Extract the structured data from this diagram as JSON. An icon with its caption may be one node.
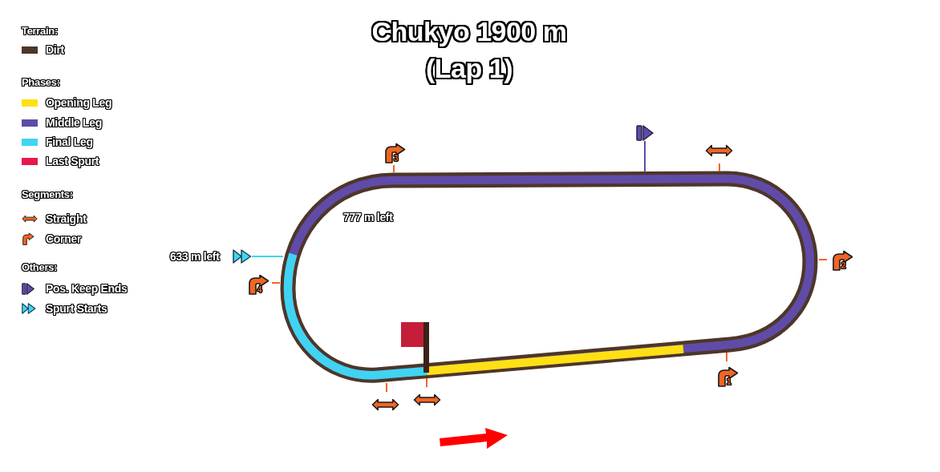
{
  "diagram": {
    "title": "Chukyo 1900 m (Lap 1)",
    "labels": [
      "Terrain:",
      "Phases:",
      "Segments:",
      "Others:",
      "3",
      "777 m left",
      "633 m left",
      "2",
      "4",
      "1"
    ],
    "legend": [
      {
        "text": "Dirt",
        "color": "#4e3628"
      },
      {
        "text": "Opening Leg",
        "color": "#ffe015"
      },
      {
        "text": "Middle Leg",
        "color": "#604ba8"
      },
      {
        "text": "Final Leg",
        "color": "#40d4f2"
      },
      {
        "text": "Last Spurt",
        "color": "#e8174d"
      },
      {
        "text": "Straight"
      },
      {
        "text": "Corner"
      },
      {
        "text": "Pos. Keep Ends"
      },
      {
        "text": "Spurt Starts"
      }
    ]
  }
}
